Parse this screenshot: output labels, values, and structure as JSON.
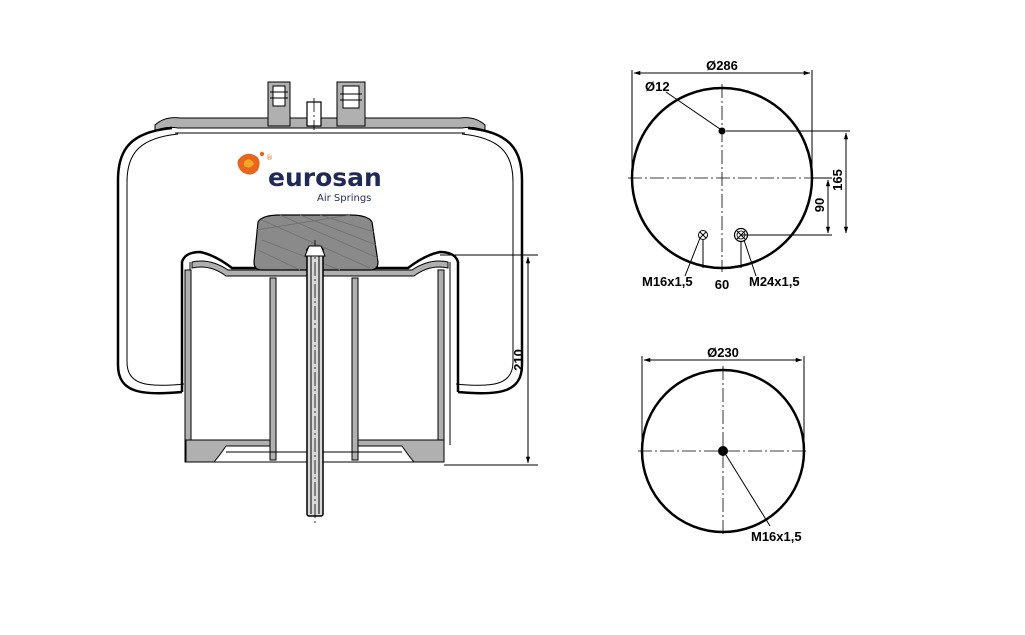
{
  "brand": {
    "name": "eurosan",
    "tagline": "Air Springs",
    "registered_mark": "®",
    "colors": {
      "text": "#1f2a56",
      "logo_orange": "#e8651b"
    }
  },
  "side_view": {
    "height_label": "210"
  },
  "top_plate_view": {
    "diameter_label": "Ø286",
    "hole_label": "Ø12",
    "offset_label_1": "90",
    "offset_label_2": "165",
    "spacing_label": "60",
    "thread_left_label": "M16x1,5",
    "thread_right_label": "M24x1,5"
  },
  "bottom_piston_view": {
    "diameter_label": "Ø230",
    "thread_label": "M16x1,5"
  }
}
